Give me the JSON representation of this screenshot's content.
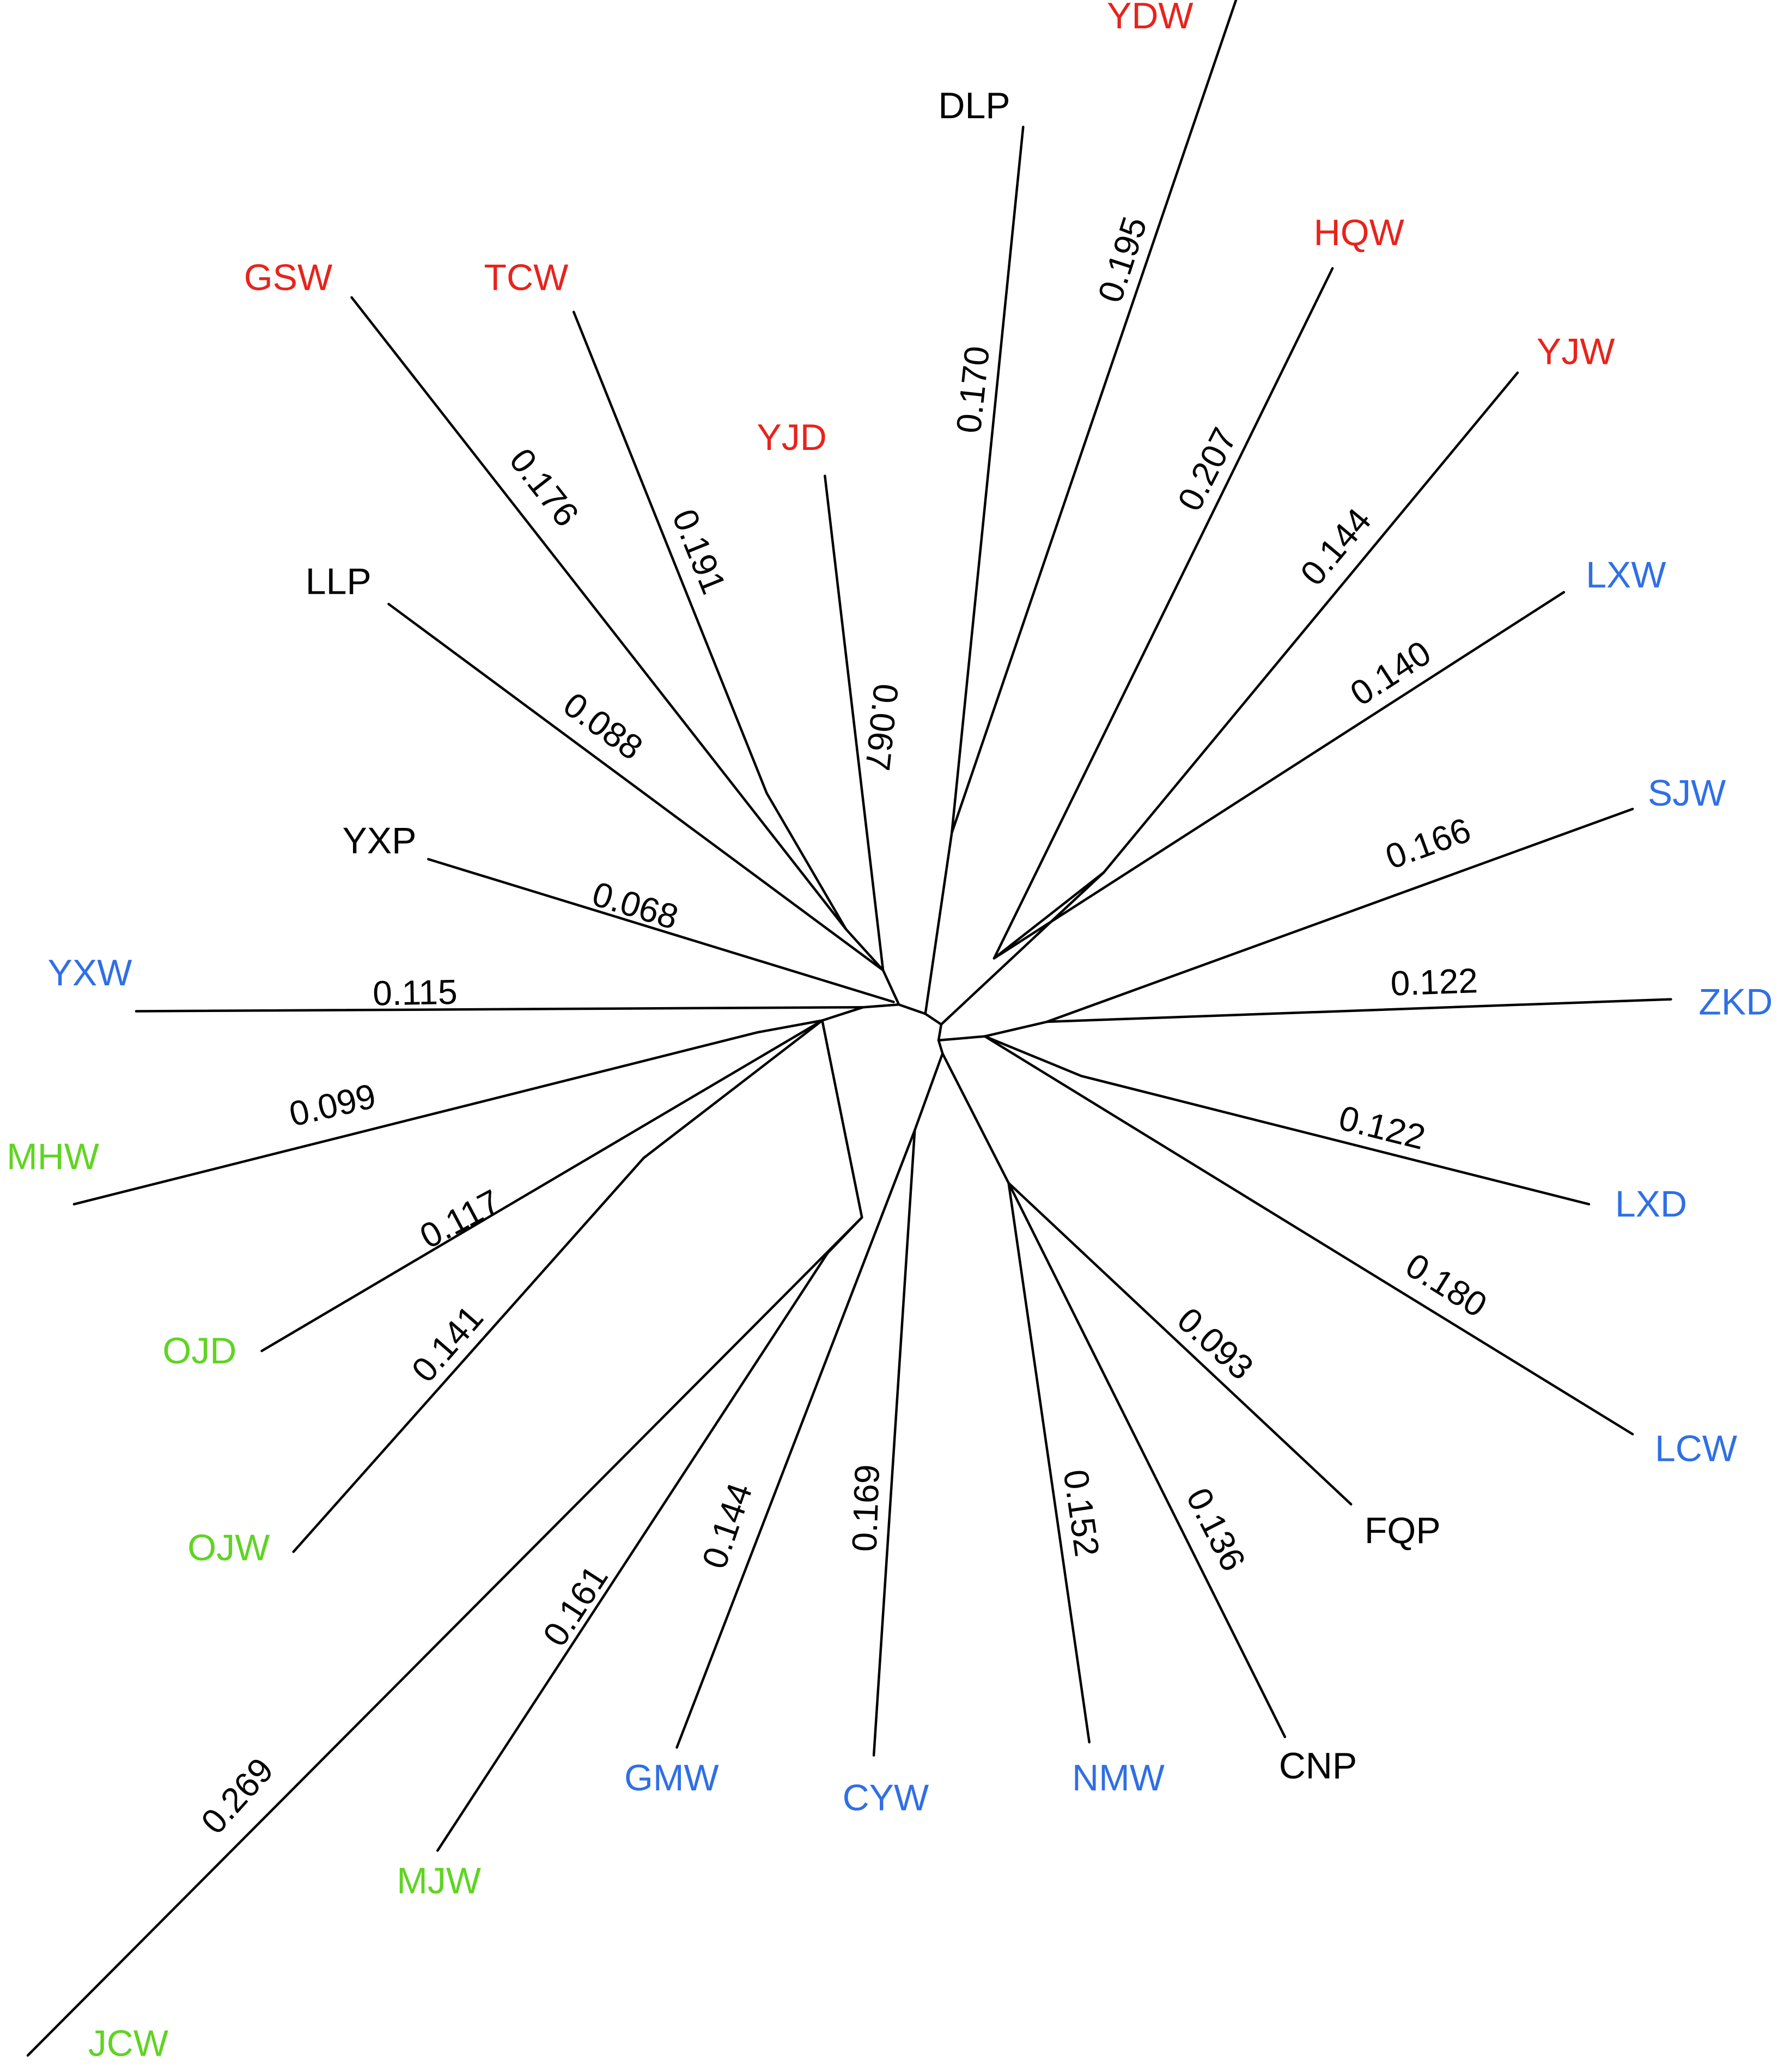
{
  "colors": {
    "group_red": "#e8231c",
    "group_blue": "#2f6fe6",
    "group_green": "#5fd422",
    "group_black": "#000000",
    "branch": "#000000"
  },
  "taxa": {
    "YDW": {
      "label": "YDW",
      "group": "red"
    },
    "DLP": {
      "label": "DLP",
      "group": "black"
    },
    "HQW": {
      "label": "HQW",
      "group": "red"
    },
    "YJW": {
      "label": "YJW",
      "group": "red"
    },
    "GSW": {
      "label": "GSW",
      "group": "red"
    },
    "TCW": {
      "label": "TCW",
      "group": "red"
    },
    "YJD": {
      "label": "YJD",
      "group": "red"
    },
    "LLP": {
      "label": "LLP",
      "group": "black"
    },
    "YXP": {
      "label": "YXP",
      "group": "black"
    },
    "LXW": {
      "label": "LXW",
      "group": "blue"
    },
    "SJW": {
      "label": "SJW",
      "group": "blue"
    },
    "ZKD": {
      "label": "ZKD",
      "group": "blue"
    },
    "LXD": {
      "label": "LXD",
      "group": "blue"
    },
    "LCW": {
      "label": "LCW",
      "group": "blue"
    },
    "FQP": {
      "label": "FQP",
      "group": "black"
    },
    "CNP": {
      "label": "CNP",
      "group": "black"
    },
    "NMW": {
      "label": "NMW",
      "group": "blue"
    },
    "CYW": {
      "label": "CYW",
      "group": "blue"
    },
    "GMW": {
      "label": "GMW",
      "group": "blue"
    },
    "MJW": {
      "label": "MJW",
      "group": "green"
    },
    "JCW": {
      "label": "JCW",
      "group": "green"
    },
    "OJW": {
      "label": "OJW",
      "group": "green"
    },
    "OJD": {
      "label": "OJD",
      "group": "green"
    },
    "MHW": {
      "label": "MHW",
      "group": "green"
    },
    "YXW": {
      "label": "YXW",
      "group": "blue"
    }
  },
  "branch_lengths": {
    "YDW": "0.195",
    "DLP": "0.170",
    "HQW": "0.207",
    "YJW": "0.144",
    "GSW": "0.176",
    "TCW": "0.191",
    "YJD": "0.067",
    "LLP": "0.088",
    "YXP": "0.068",
    "LXW": "0.140",
    "SJW": "0.166",
    "ZKD": "0.122",
    "LXD": "0.122",
    "LCW": "0.180",
    "FQP": "0.093",
    "CNP": "0.136",
    "NMW": "0.152",
    "CYW": "0.169",
    "GMW": "0.144",
    "MJW": "0.161",
    "JCW": "0.269",
    "OJW": "0.141",
    "OJD": "0.117",
    "MHW": "0.099",
    "YXW": "0.115"
  }
}
